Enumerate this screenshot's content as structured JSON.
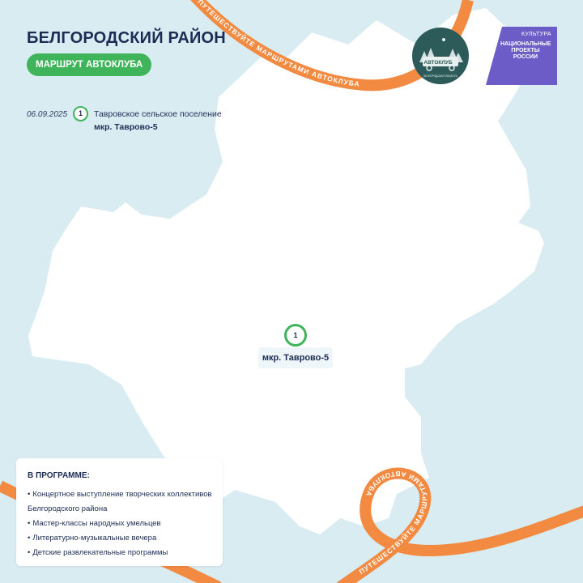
{
  "header": {
    "title": "БЕЛГОРОДСКИЙ РАЙОН",
    "route_label": "МАРШРУТ АВТОКЛУБА"
  },
  "stop": {
    "date": "06.09.2025",
    "number": "1",
    "settlement": "Тавровское сельское поселение",
    "place": "мкр. Таврово-5"
  },
  "map": {
    "marker_number": "1",
    "marker_label": "мкр. Таврово-5",
    "ribbon_text": "ПУТЕШЕСТВУЙТЕ МАРШРУТАМИ АВТОКЛУБА"
  },
  "program": {
    "heading": "В ПРОГРАММЕ:",
    "bullet": "•",
    "items": [
      "Концертное выступление творческих коллективов Белгородского района",
      "Мастер-классы народных умельцев",
      "Литературно-музыкальные вечера",
      "Детские развлекательные программы"
    ]
  },
  "logos": {
    "autoclub_text": "АВТОКЛУБ",
    "autoclub_region": "БЕЛГОРОДСКАЯ ОБЛАСТЬ",
    "culture_label": "КУЛЬТУРА",
    "culture_line1": "НАЦИОНАЛЬНЫЕ",
    "culture_line2": "ПРОЕКТЫ",
    "culture_line3": "РОССИИ"
  },
  "colors": {
    "background": "#d9ecf2",
    "region_fill": "#ffffff",
    "accent_green": "#3fb45a",
    "ribbon_orange": "#f28a42",
    "text_navy": "#1c2c55",
    "culture_purple": "#6c5cc7",
    "autoclub_teal": "#2c5b5a"
  }
}
